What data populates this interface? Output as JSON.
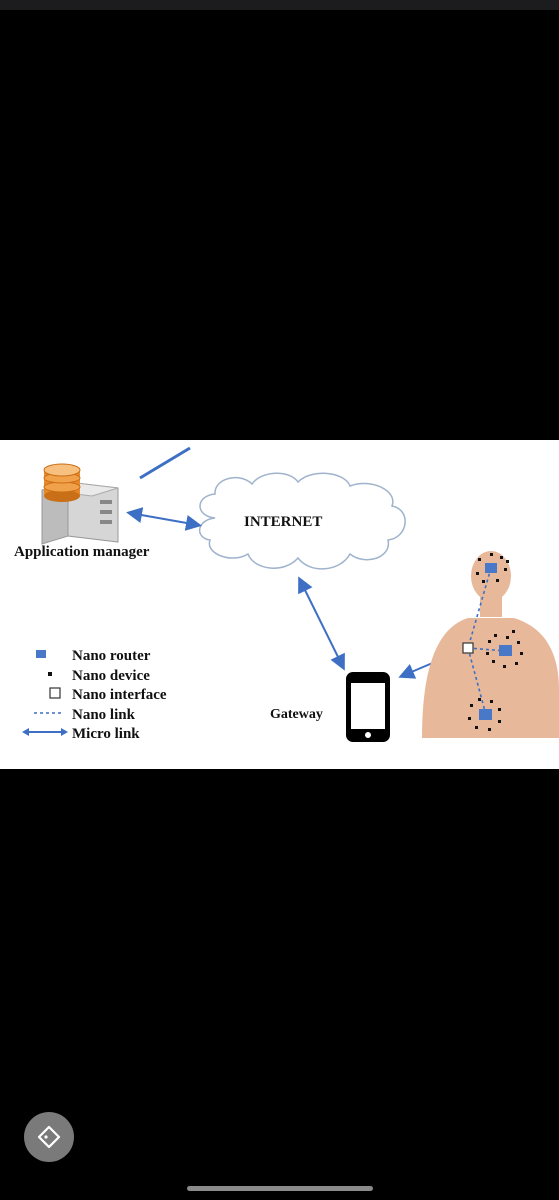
{
  "diagram": {
    "application_manager_label": "Application manager",
    "internet_label": "INTERNET",
    "gateway_label": "Gateway",
    "legend": [
      {
        "icon": "nano-router-icon",
        "label": "Nano router"
      },
      {
        "icon": "nano-device-icon",
        "label": "Nano device"
      },
      {
        "icon": "nano-interface-icon",
        "label": "Nano interface"
      },
      {
        "icon": "nano-link-icon",
        "label": "Nano link"
      },
      {
        "icon": "micro-link-icon",
        "label": "Micro link"
      }
    ],
    "colors": {
      "link": "#3d6fc4",
      "router": "#4a78c8",
      "skin": "#e8b89b",
      "database": "#e88a2a",
      "background": "#ffffff"
    }
  },
  "overlay": {
    "fab_icon": "tag-icon"
  }
}
